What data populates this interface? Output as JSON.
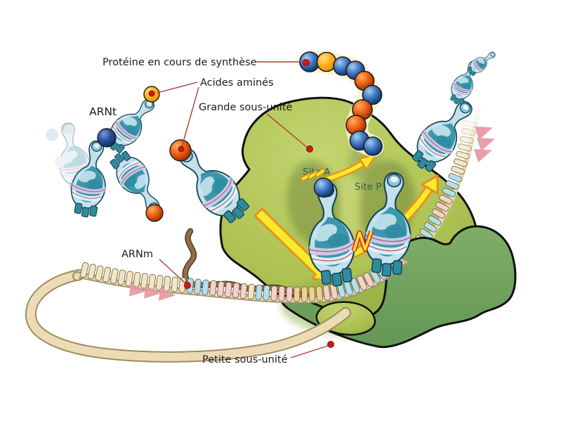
{
  "labels": {
    "proteine": "Protéine en cours de synthèse",
    "acides_amines": "Acides aminés",
    "grande_sous_unite": "Grande sous-unité",
    "arnt": "ARNt",
    "arnm": "ARNm",
    "petite_sous_unite": "Petite sous-unité",
    "site_a": "Site A",
    "site_p": "Site P"
  },
  "palette": {
    "large_subunit": "#b0c45c",
    "large_subunit_light": "#c3d470",
    "large_subunit_dark": "#8fa847",
    "small_subunit": "#6ea25e",
    "small_subunit_dark": "#558a49",
    "outline": "#101010",
    "trna_teal": "#3c97ae",
    "trna_pale": "#c3e1ec",
    "trna_lavender": "#d2cae8",
    "mrna_beige": "#f2e6c2",
    "mrna_blue": "#b2dff2",
    "mrna_pink": "#f8cfca",
    "mrna_yellow": "#edd28e",
    "mrna_ribbon": "#ecdcb6",
    "mrna_ribbon_edge": "#a08c60",
    "brown_strand": "#8f6f48",
    "arrow_yellow": "#f8ea2c",
    "arrow_orange": "#e8911e",
    "direction_pink": "#e695a2",
    "leader_red": "#a84038",
    "dot_red": "#d41717",
    "label_text": "#1c1c1c",
    "site_label": "#2f6348",
    "bead_blue": "#2a5aa5",
    "bead_orange_red": "#e04a10",
    "bead_orange_yellow": "#f7a81e"
  },
  "protein_chain": {
    "beads": [
      "blue",
      "orange_yellow",
      "blue",
      "blue",
      "orange_red",
      "blue",
      "orange_red",
      "orange_red",
      "blue",
      "blue"
    ]
  },
  "mrna": {
    "codons_main": [
      "beige",
      "beige",
      "beige",
      "beige",
      "beige",
      "beige",
      "beige",
      "beige",
      "beige",
      "beige",
      "beige",
      "beige",
      "beige",
      "beige",
      "blue",
      "blue",
      "blue",
      "pink",
      "pink",
      "pink",
      "pink",
      "pink",
      "beige",
      "blue",
      "blue",
      "pink",
      "pink",
      "pink",
      "yellow",
      "yellow",
      "yellow",
      "yellow",
      "pink",
      "pink",
      "blue",
      "blue",
      "blue",
      "pink",
      "pink",
      "blue",
      "blue",
      "blue",
      "pink",
      "pink"
    ],
    "codons_exit": [
      "pink",
      "pink",
      "blue",
      "blue",
      "blue",
      "pink",
      "pink",
      "pink",
      "blue",
      "blue",
      "blue",
      "beige",
      "beige",
      "beige",
      "beige",
      "beige",
      "beige",
      "beige",
      "beige",
      "beige"
    ],
    "exit_fade_start": 13
  },
  "amino_acids": {
    "on_trna_left_top": "orange_yellow",
    "on_trna_left_middle": "navy",
    "on_trna_left_bottom": "orange_red",
    "on_incoming_trna": "orange_red",
    "at_site_a": "blue"
  },
  "direction_arrows": {
    "left_count": 3,
    "top_right_count": 3
  }
}
